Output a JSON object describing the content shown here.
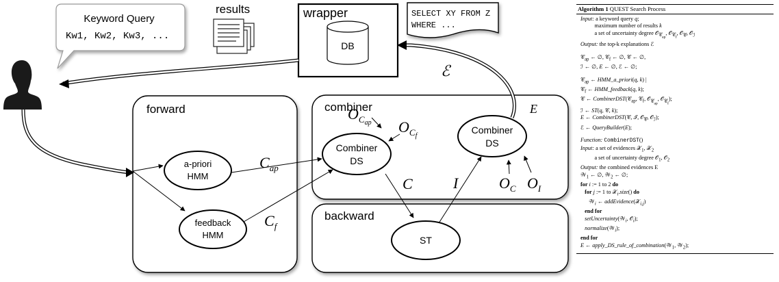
{
  "diagram": {
    "user_query": {
      "title": "Keyword Query",
      "keywords": "Kw1, Kw2, Kw3, ..."
    },
    "results_label": "results",
    "wrapper": {
      "title": "wrapper",
      "db_label": "DB"
    },
    "sql": {
      "line1": "SELECT XY FROM Z",
      "line2": "WHERE ..."
    },
    "forward": {
      "title": "forward",
      "apriori": {
        "line1": "a-priori",
        "line2": "HMM"
      },
      "feedback": {
        "line1": "feedback",
        "line2": "HMM"
      }
    },
    "combiner": {
      "title": "combiner",
      "ds1": {
        "line1": "Combiner",
        "line2": "DS"
      },
      "ds2": {
        "line1": "Combiner",
        "line2": "DS"
      }
    },
    "backward": {
      "title": "backward",
      "st_label": "ST"
    },
    "symbols": {
      "c_ap": "C",
      "c_ap_sub": "ap",
      "c_f": "C",
      "c_f_sub": "f",
      "c": "C",
      "i": "I",
      "e": "E",
      "script_e": "ℰ",
      "o": "O",
      "o_cap_sub": "C",
      "o_cap_subsub": "ap",
      "o_cf_subsub": "f",
      "o_c_sub": "C",
      "o_i_sub": "I"
    }
  },
  "algorithm": {
    "number": "Algorithm 1",
    "name": "QUEST Search Process",
    "lines": [
      "<i>Input:</i> a keyword query <i>q</i>;",
      "&nbsp;&nbsp;&nbsp;&nbsp;&nbsp;&nbsp;&nbsp;&nbsp;&nbsp;&nbsp;maximum number of results <i>k</i>",
      "&nbsp;&nbsp;&nbsp;&nbsp;&nbsp;&nbsp;&nbsp;&nbsp;&nbsp;&nbsp;a set of uncertainty degree 𝒪<sub>𝒞<sub>ap</sub></sub>, 𝒪<sub>𝒞<sub>f</sub></sub>, 𝒪<sub>𝒞</sub>, 𝒪<sub>ℐ</sub>",
      "<i>Output:</i> the top-k explanations ℰ",
      "",
      "𝒞<sub>ap</sub> ← ∅, 𝒞<sub>f</sub> ← ∅, 𝒞 ← ∅,",
      "ℐ ← ∅, <i>E</i> ← ∅, ℰ ← ∅;",
      "",
      "𝒞<sub>ap</sub> ← <i>HMM_a_priori</i>(<i>q</i>, <i>k</i>) |",
      "𝒞<sub>f</sub> ← <i>HMM_feedback</i>(<i>q</i>, <i>k</i>);",
      "𝒞 ← <i>CombinerDST</i>(𝒞<sub>ap</sub>, 𝒞<sub>f</sub>, 𝒪<sub>𝒞<sub>ap</sub></sub>, 𝒪<sub>𝒞<sub>f</sub></sub>);",
      "ℐ ← <i>ST</i>(<i>q</i>, 𝒞, <i>k</i>);",
      "<i>E</i> ← <i>CombinerDST</i>(𝒞, ℐ, 𝒪<sub>𝒞</sub>, 𝒪<sub>ℐ</sub>);",
      "ℰ ← <i>QueryBuilder</i>(<i>E</i>);",
      "",
      "<i>Function:</i> <span class='tt'>CombinerDST</span>()",
      "<i>Input:</i> a set of evidences 𝒳<sub>1</sub>, 𝒳<sub>2</sub>",
      "&nbsp;&nbsp;&nbsp;&nbsp;&nbsp;&nbsp;&nbsp;&nbsp;&nbsp;&nbsp;a set of uncertainty degree 𝒪<sub>1</sub>, 𝒪<sub>2</sub>",
      "<i>Output:</i> the combined evidences E",
      "𝒲<sub>1</sub> ← ∅, 𝒲<sub>2</sub> ← ∅;",
      "<span class='kw'>for</span> <i>i</i> := 1 to 2 <span class='kw'>do</span>",
      "&nbsp;&nbsp;&nbsp;<span class='kw'>for</span> <i>j</i> := 1 to 𝒳<sub><i>i</i></sub>.<i>size</i>() <span class='kw'>do</span>",
      "&nbsp;&nbsp;&nbsp;&nbsp;&nbsp;&nbsp;𝒲<sub><i>i</i></sub> ← <i>addEvidence</i>(𝒳<sub><i>i,j</i></sub>)",
      "&nbsp;&nbsp;&nbsp;<span class='kw'>end for</span>",
      "&nbsp;&nbsp;&nbsp;<i>setUncertainty</i>(𝒲<sub><i>i</i></sub>, 𝒪<sub><i>i</i></sub>);",
      "&nbsp;&nbsp;&nbsp;<i>normalize</i>(𝒲<sub><i>i</i></sub>);",
      "<span class='kw'>end for</span>",
      "<i>E</i> ← <i>apply_DS_rule_of_combination</i>(𝒲<sub>1</sub>, 𝒲<sub>2</sub>);"
    ]
  }
}
